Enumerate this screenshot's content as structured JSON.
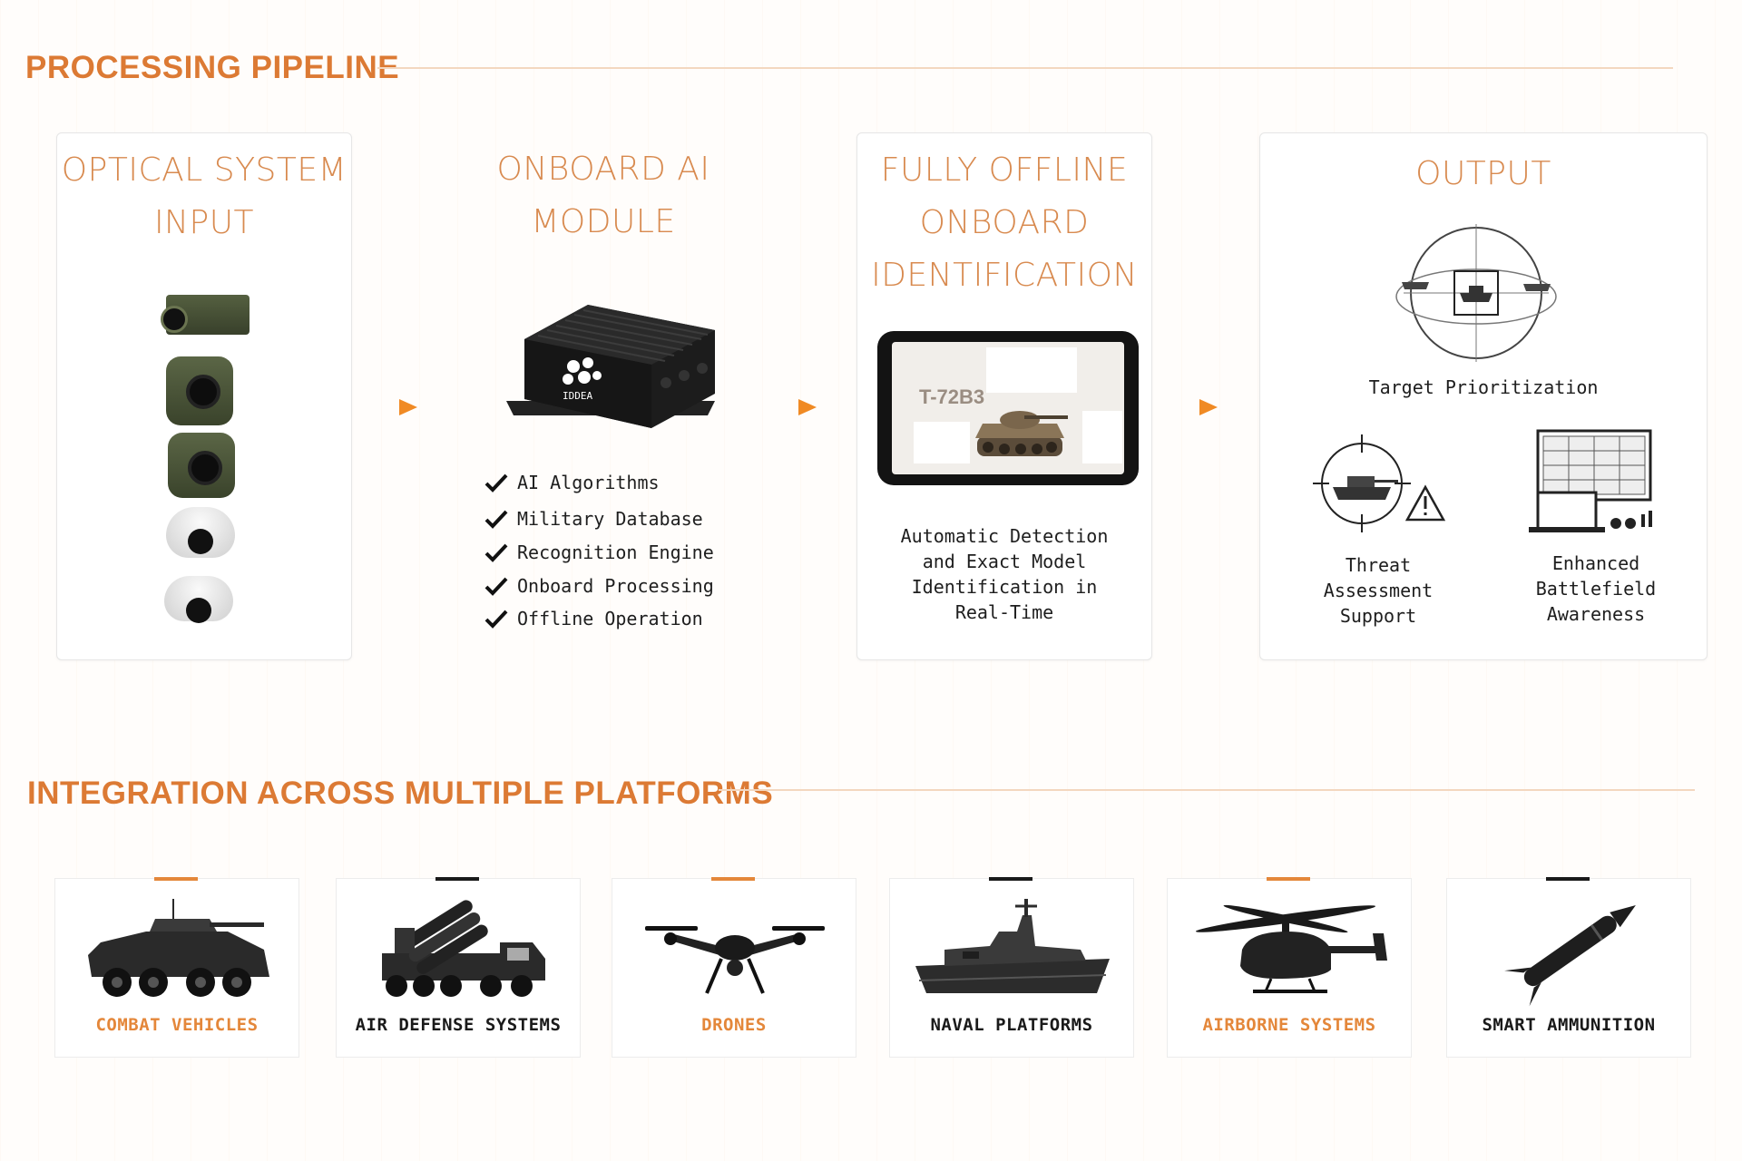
{
  "sections": {
    "pipeline_title": "PROCESSING PIPELINE",
    "platforms_title": "INTEGRATION ACROSS MULTIPLE PLATFORMS"
  },
  "pipeline": {
    "optical": {
      "title_line1": "OPTICAL SYSTEM",
      "title_line2": "INPUT"
    },
    "ai_module": {
      "title_line1": "ONBOARD AI",
      "title_line2": "MODULE",
      "device_label": "IDDEA",
      "features": [
        "AI Algorithms",
        "Military Database",
        "Recognition Engine",
        "Onboard Processing",
        "Offline Operation"
      ]
    },
    "identification": {
      "title_line1": "FULLY OFFLINE",
      "title_line2": "ONBOARD",
      "title_line3": "IDENTIFICATION",
      "tank_model": "T-72B3",
      "desc_line1": "Automatic Detection",
      "desc_line2": "and Exact Model",
      "desc_line3": "Identification in",
      "desc_line4": "Real-Time"
    },
    "output": {
      "title": "OUTPUT",
      "target_label": "Target Prioritization",
      "threat_line1": "Threat",
      "threat_line2": "Assessment",
      "threat_line3": "Support",
      "aware_line1": "Enhanced",
      "aware_line2": "Battlefield",
      "aware_line3": "Awareness"
    }
  },
  "platforms": [
    {
      "label": "COMBAT VEHICLES",
      "icon": "combat-vehicle-icon",
      "accent": "#e4873a"
    },
    {
      "label": "AIR DEFENSE SYSTEMS",
      "icon": "air-defense-icon",
      "accent": "#1a1a1a"
    },
    {
      "label": "DRONES",
      "icon": "drone-icon",
      "accent": "#e4873a"
    },
    {
      "label": "NAVAL PLATFORMS",
      "icon": "naval-ship-icon",
      "accent": "#1a1a1a"
    },
    {
      "label": "AIRBORNE SYSTEMS",
      "icon": "helicopter-icon",
      "accent": "#e4873a"
    },
    {
      "label": "SMART AMMUNITION",
      "icon": "missile-icon",
      "accent": "#1a1a1a"
    }
  ],
  "colors": {
    "accent": "#dc7a34",
    "arrow": "#f08a24",
    "dark": "#1a1a1a"
  }
}
